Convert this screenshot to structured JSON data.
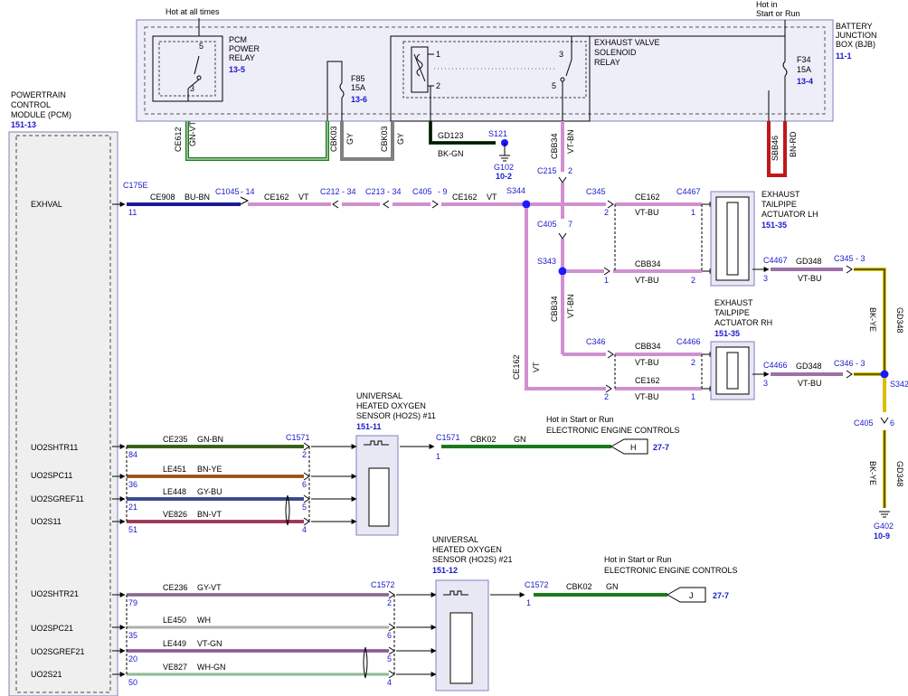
{
  "bjb": {
    "name": [
      "BATTERY",
      "JUNCTION",
      "BOX (BJB)"
    ],
    "ref": "11-1"
  },
  "pcm": {
    "name": [
      "POWERTRAIN",
      "CONTROL",
      "MODULE (PCM)"
    ],
    "ref": "151-13",
    "pins": [
      "EXHVAL",
      "UO2SHTR11",
      "UO2SPC11",
      "UO2SGREF11",
      "UO2S11",
      "UO2SHTR21",
      "UO2SPC21",
      "UO2SGREF21",
      "UO2S21"
    ]
  },
  "hot_at_all_times": "Hot at all times",
  "hot_in_start": [
    "Hot in",
    "Start or Run"
  ],
  "pcm_relay": {
    "name": [
      "PCM",
      "POWER",
      "RELAY"
    ],
    "ref": "13-5",
    "pin5": "5",
    "pin3": "3"
  },
  "f85": {
    "name": "F85",
    "rating": "15A",
    "ref": "13-6"
  },
  "f34": {
    "name": "F34",
    "rating": "15A",
    "ref": "13-4"
  },
  "ev_relay": {
    "name": [
      "EXHAUST VALVE",
      "SOLENOID",
      "RELAY"
    ],
    "p1": "1",
    "p2": "2",
    "p3": "3",
    "p5": "5"
  },
  "top_wires": {
    "ce612": "CE612",
    "gnvt": "GN-VT",
    "cbk03a": "CBK03",
    "gya": "GY",
    "cbk03b": "CBK03",
    "gyb": "GY",
    "gd123": "GD123",
    "bkgn": "BK-GN",
    "s121": "S121",
    "g102": "G102",
    "g102ref": "10-2",
    "sbb46": "SBB46",
    "bnrd": "BN-RD"
  },
  "exhval_row": {
    "c175e": "C175E",
    "p11": "11",
    "ce908": "CE908",
    "bubn": "BU-BN",
    "c1045": "C1045",
    "p14": "- 14",
    "ce162": "CE162",
    "vt": "VT",
    "c212": "C212",
    "p34a": "- 34",
    "c213": "C213",
    "p34b": "- 34",
    "c405": "C405",
    "p9": "- 9",
    "ce162b": "CE162",
    "vtb": "VT",
    "s344": "S344"
  },
  "vertical": {
    "cbb34": "CBB34",
    "vtbn": "VT-BN",
    "c215": "C215",
    "p2": "2",
    "c405b": "C405",
    "p7": "7",
    "s343": "S343",
    "cbb34b": "CBB34",
    "vtbn2": "VT-BN",
    "ce162v": "CE162",
    "vtv": "VT"
  },
  "lh": {
    "name": [
      "EXHAUST",
      "TAILPIPE",
      "ACTUATOR LH"
    ],
    "ref": "151-35",
    "c345": "C345",
    "p2": "2",
    "ce162": "CE162",
    "c4467": "C4467",
    "p1": "1",
    "vtbu": "VT-BU",
    "p1b": "1",
    "cbb34": "CBB34",
    "vtbu2": "VT-BU",
    "p2b": "2",
    "c4467b": "C4467",
    "p3": "3",
    "gd348": "GD348",
    "c345b": "C345",
    "p3b": "- 3",
    "vtbu3": "VT-BU"
  },
  "rh": {
    "name": [
      "EXHAUST",
      "TAILPIPE",
      "ACTUATOR RH"
    ],
    "ref": "151-35",
    "c346": "C346",
    "cbb34": "CBB34",
    "c4466": "C4466",
    "p2": "2",
    "vtbu": "VT-BU",
    "p2b": "2",
    "ce162": "CE162",
    "p1": "1",
    "vtbu2": "VT-BU",
    "c4466b": "C4466",
    "p3": "3",
    "gd348": "GD348",
    "c346b": "C346",
    "p3b": "- 3",
    "vtbu3": "VT-BU"
  },
  "ground_right": {
    "gd348": "GD348",
    "bkye": "BK-YE",
    "s342": "S342",
    "c405": "C405",
    "p6": "6",
    "gd348b": "GD348",
    "bkyeb": "BK-YE",
    "g402": "G402",
    "ref": "10-9"
  },
  "ho2s11": {
    "name": [
      "UNIVERSAL",
      "HEATED OXYGEN",
      "SENSOR (HO2S) #11"
    ],
    "ref": "151-11",
    "c1571": "C1571",
    "c1571b": "C1571",
    "p1": "1",
    "cbk02": "CBK02",
    "gn": "GN",
    "hot": "Hot in Start or Run",
    "eec": "ELECTRONIC ENGINE CONTROLS",
    "tag": "H",
    "tagref": "27-7",
    "rows": [
      {
        "pcmpin": "84",
        "circuit": "CE235",
        "color": "GN-BN",
        "spin": "2"
      },
      {
        "pcmpin": "36",
        "circuit": "LE451",
        "color": "BN-YE",
        "spin": "6"
      },
      {
        "pcmpin": "21",
        "circuit": "LE448",
        "color": "GY-BU",
        "spin": "5"
      },
      {
        "pcmpin": "51",
        "circuit": "VE826",
        "color": "BN-VT",
        "spin": "4"
      }
    ]
  },
  "ho2s21": {
    "name": [
      "UNIVERSAL",
      "HEATED OXYGEN",
      "SENSOR (HO2S) #21"
    ],
    "ref": "151-12",
    "c1572": "C1572",
    "c1572b": "C1572",
    "p1": "1",
    "cbk02": "CBK02",
    "gn": "GN",
    "hot": "Hot in Start or Run",
    "eec": "ELECTRONIC ENGINE CONTROLS",
    "tag": "J",
    "tagref": "27-7",
    "rows": [
      {
        "pcmpin": "79",
        "circuit": "CE236",
        "color": "GY-VT",
        "spin": "2"
      },
      {
        "pcmpin": "35",
        "circuit": "LE450",
        "color": "WH",
        "spin": "6"
      },
      {
        "pcmpin": "20",
        "circuit": "LE449",
        "color": "VT-GN",
        "spin": "5"
      },
      {
        "pcmpin": "50",
        "circuit": "VE827",
        "color": "WH-GN",
        "spin": "4"
      }
    ]
  }
}
